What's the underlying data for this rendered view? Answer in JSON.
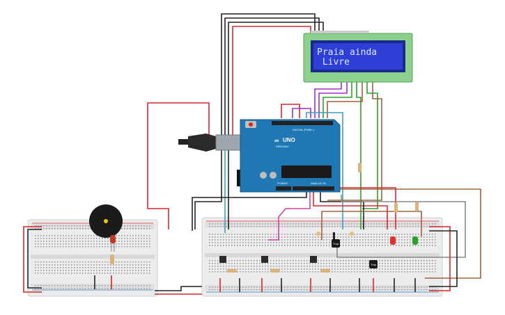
{
  "lcd": {
    "line1": "Praia ainda",
    "line2": " Livre"
  },
  "arduino": {
    "brand": "UNO",
    "maker": "ARDUINO",
    "digital_label": "DIGITAL (PWM~)",
    "analog_label": "ANALOG IN",
    "power_label": "POWER"
  },
  "chips": {
    "driver_left": "Tmp",
    "driver_right": "Tmp"
  },
  "colors": {
    "board": "#1f77b4",
    "lcd_bezel": "#8cd28c",
    "lcd_screen": "#2d3fd6",
    "wire_red": "#d62728",
    "wire_black": "#222222",
    "wire_purple": "#a02cc8",
    "wire_green": "#2ca02c",
    "wire_brown": "#a0603a",
    "wire_cyan": "#3aa0c8",
    "wire_pink": "#d63fa0",
    "wire_gray": "#888888"
  }
}
